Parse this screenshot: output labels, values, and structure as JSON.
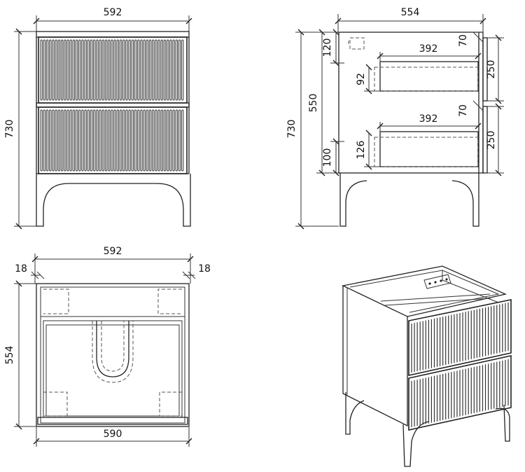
{
  "views": {
    "front": {
      "width": "592",
      "height": "730"
    },
    "side": {
      "depth": "554",
      "height": "730",
      "carcass_height": "550",
      "top_offset": "120",
      "bottom_offset": "100",
      "upper_drawer": {
        "depth": "392",
        "height": "92",
        "front_height": "250",
        "gap": "70"
      },
      "lower_drawer": {
        "depth": "392",
        "height": "126",
        "front_height": "250",
        "gap": "70"
      }
    },
    "top": {
      "width_top": "592",
      "width_bottom": "590",
      "depth": "554",
      "panel_left": "18",
      "panel_right": "18"
    }
  },
  "colors": {
    "line": "#222222",
    "background": "#ffffff"
  }
}
